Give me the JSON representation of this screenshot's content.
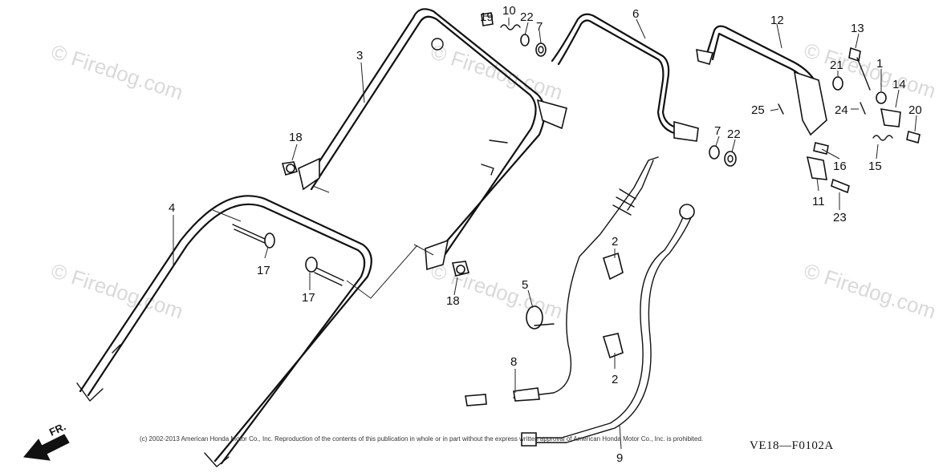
{
  "watermark": "© Firedog.com",
  "copyright": "(c) 2002-2013 American Honda Motor Co., Inc. Reproduction of the contents of this publication in whole or in part without the express written approval of American Honda Motor Co., Inc. is prohibited.",
  "diagram_code": "VE18—F0102A",
  "front_label": "FR.",
  "callouts": {
    "c1": "1",
    "c2a": "2",
    "c2b": "2",
    "c3": "3",
    "c4": "4",
    "c5": "5",
    "c6": "6",
    "c7a": "7",
    "c7b": "7",
    "c8": "8",
    "c9": "9",
    "c10": "10",
    "c11": "11",
    "c12": "12",
    "c13": "13",
    "c14": "14",
    "c15": "15",
    "c16": "16",
    "c17a": "17",
    "c17b": "17",
    "c18a": "18",
    "c18b": "18",
    "c19": "19",
    "c20": "20",
    "c21": "21",
    "c22a": "22",
    "c22b": "22",
    "c23": "23",
    "c24": "24",
    "c25": "25"
  }
}
